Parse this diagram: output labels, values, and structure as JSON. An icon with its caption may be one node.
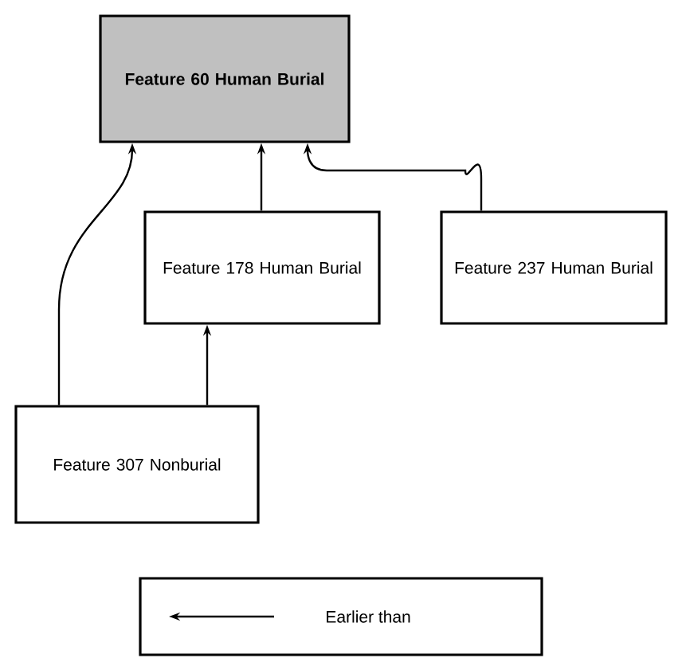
{
  "diagram": {
    "nodes": [
      {
        "text": [
          "Feature 60 Human Burial"
        ]
      },
      {
        "text": [
          "Feature 178 Human Burial"
        ]
      },
      {
        "text": [
          "Feature 237 Human Burial"
        ]
      },
      {
        "text": [
          "Feature 307 Nonburial"
        ]
      }
    ],
    "edges": [
      {
        "from": 3,
        "to": 0,
        "arrow": "to"
      },
      {
        "from": 1,
        "to": 0,
        "arrow": "to"
      },
      {
        "from": 2,
        "to": 0,
        "arrow": "to"
      },
      {
        "from": 3,
        "to": 1,
        "arrow": "to"
      }
    ],
    "legend": [
      {
        "text": "Earlier than"
      }
    ]
  }
}
